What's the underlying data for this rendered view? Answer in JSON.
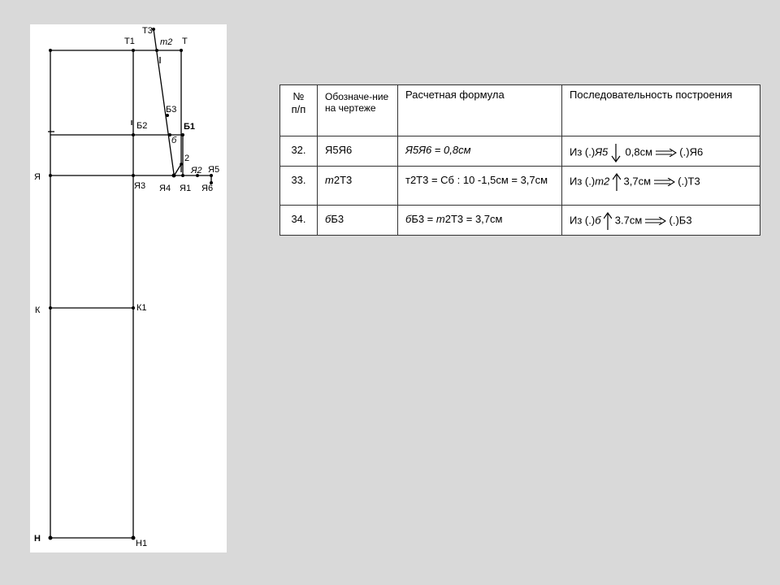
{
  "drawing": {
    "labels": {
      "t3": "Т3",
      "t1": "Т1",
      "m2": "т2",
      "t": "Т",
      "b3": "Б3",
      "b2": "Б2",
      "b1": "Б1",
      "b_small": "б",
      "two": "2",
      "ya": "Я",
      "ya3": "Я3",
      "ya4": "Я4",
      "ya1": "Я1",
      "ya2": "Я2",
      "ya5": "Я5",
      "ya6": "Я6",
      "k": "К",
      "k1": "К1",
      "n": "Н",
      "n1": "Н1"
    }
  },
  "table": {
    "headers": {
      "num": "№ п/п",
      "designation": "Обозначе-ние на чертеже",
      "formula": "Расчетная формула",
      "sequence": "Последовательность построения"
    },
    "rows": [
      {
        "num": "32.",
        "designation": "Я5Я6",
        "formula": "Я5Я6 = 0,8см",
        "seq_prefix": "Из (.)",
        "seq_from": "Я5",
        "seq_dir": "down",
        "seq_value": "0,8см",
        "seq_to": "(.)Я6"
      },
      {
        "num": "33.",
        "designation_italic": "т",
        "designation_rest": "2Т3",
        "formula": "т2Т3 = Сб : 10 -1,5см = 3,7см",
        "seq_prefix": "Из (.)",
        "seq_from": "т2",
        "seq_dir": "up",
        "seq_value": "3,7см",
        "seq_to": "(.)Т3"
      },
      {
        "num": "34.",
        "designation_italic": "б",
        "designation_rest": "Б3",
        "formula_a": "б",
        "formula_b": "Б3 = ",
        "formula_c": "т",
        "formula_d": "2Т3 = 3,7см",
        "seq_prefix": "Из (.)",
        "seq_from": "б",
        "seq_dir": "up",
        "seq_value": "3.7см",
        "seq_to": "(.)Б3"
      }
    ]
  }
}
